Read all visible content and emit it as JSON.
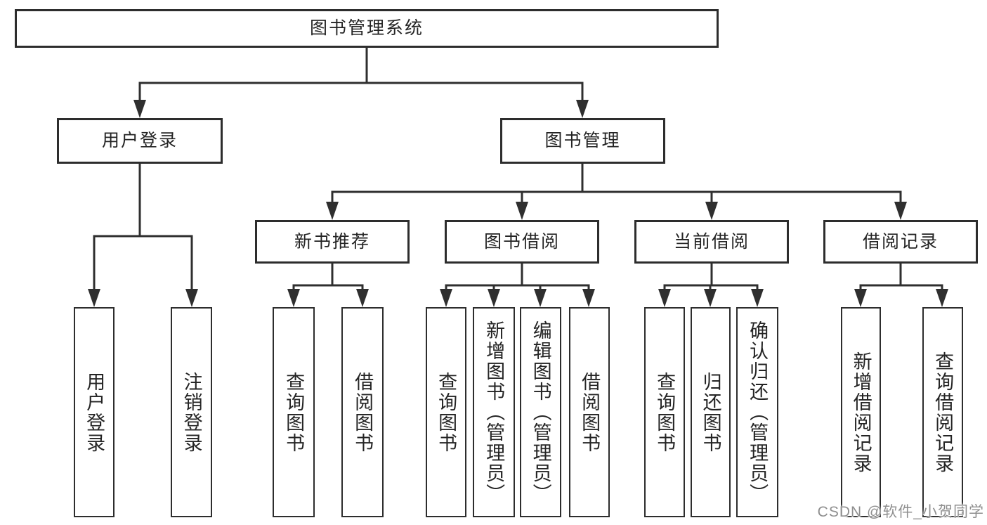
{
  "diagram_type": "hierarchy-tree",
  "tree": {
    "label": "图书管理系统",
    "children": [
      {
        "label": "用户登录",
        "children": [
          {
            "label": "用户登录"
          },
          {
            "label": "注销登录"
          }
        ]
      },
      {
        "label": "图书管理",
        "children": [
          {
            "label": "新书推荐",
            "children": [
              {
                "label": "查询图书"
              },
              {
                "label": "借阅图书"
              }
            ]
          },
          {
            "label": "图书借阅",
            "children": [
              {
                "label": "查询图书"
              },
              {
                "label": "新增图书（管理员）"
              },
              {
                "label": "编辑图书（管理员）"
              },
              {
                "label": "借阅图书"
              }
            ]
          },
          {
            "label": "当前借阅",
            "children": [
              {
                "label": "查询图书"
              },
              {
                "label": "归还图书"
              },
              {
                "label": "确认归还（管理员）"
              }
            ]
          },
          {
            "label": "借阅记录",
            "children": [
              {
                "label": "新增借阅记录"
              },
              {
                "label": "查询借阅记录"
              }
            ]
          }
        ]
      }
    ]
  },
  "watermark": "CSDN @软件_小贺同学",
  "colors": {
    "background": "#ffffff",
    "node_border": "#2d2d2d",
    "connector": "#2f2f2f",
    "node_text": "#242424",
    "watermark_text": "#8f8f8f"
  }
}
